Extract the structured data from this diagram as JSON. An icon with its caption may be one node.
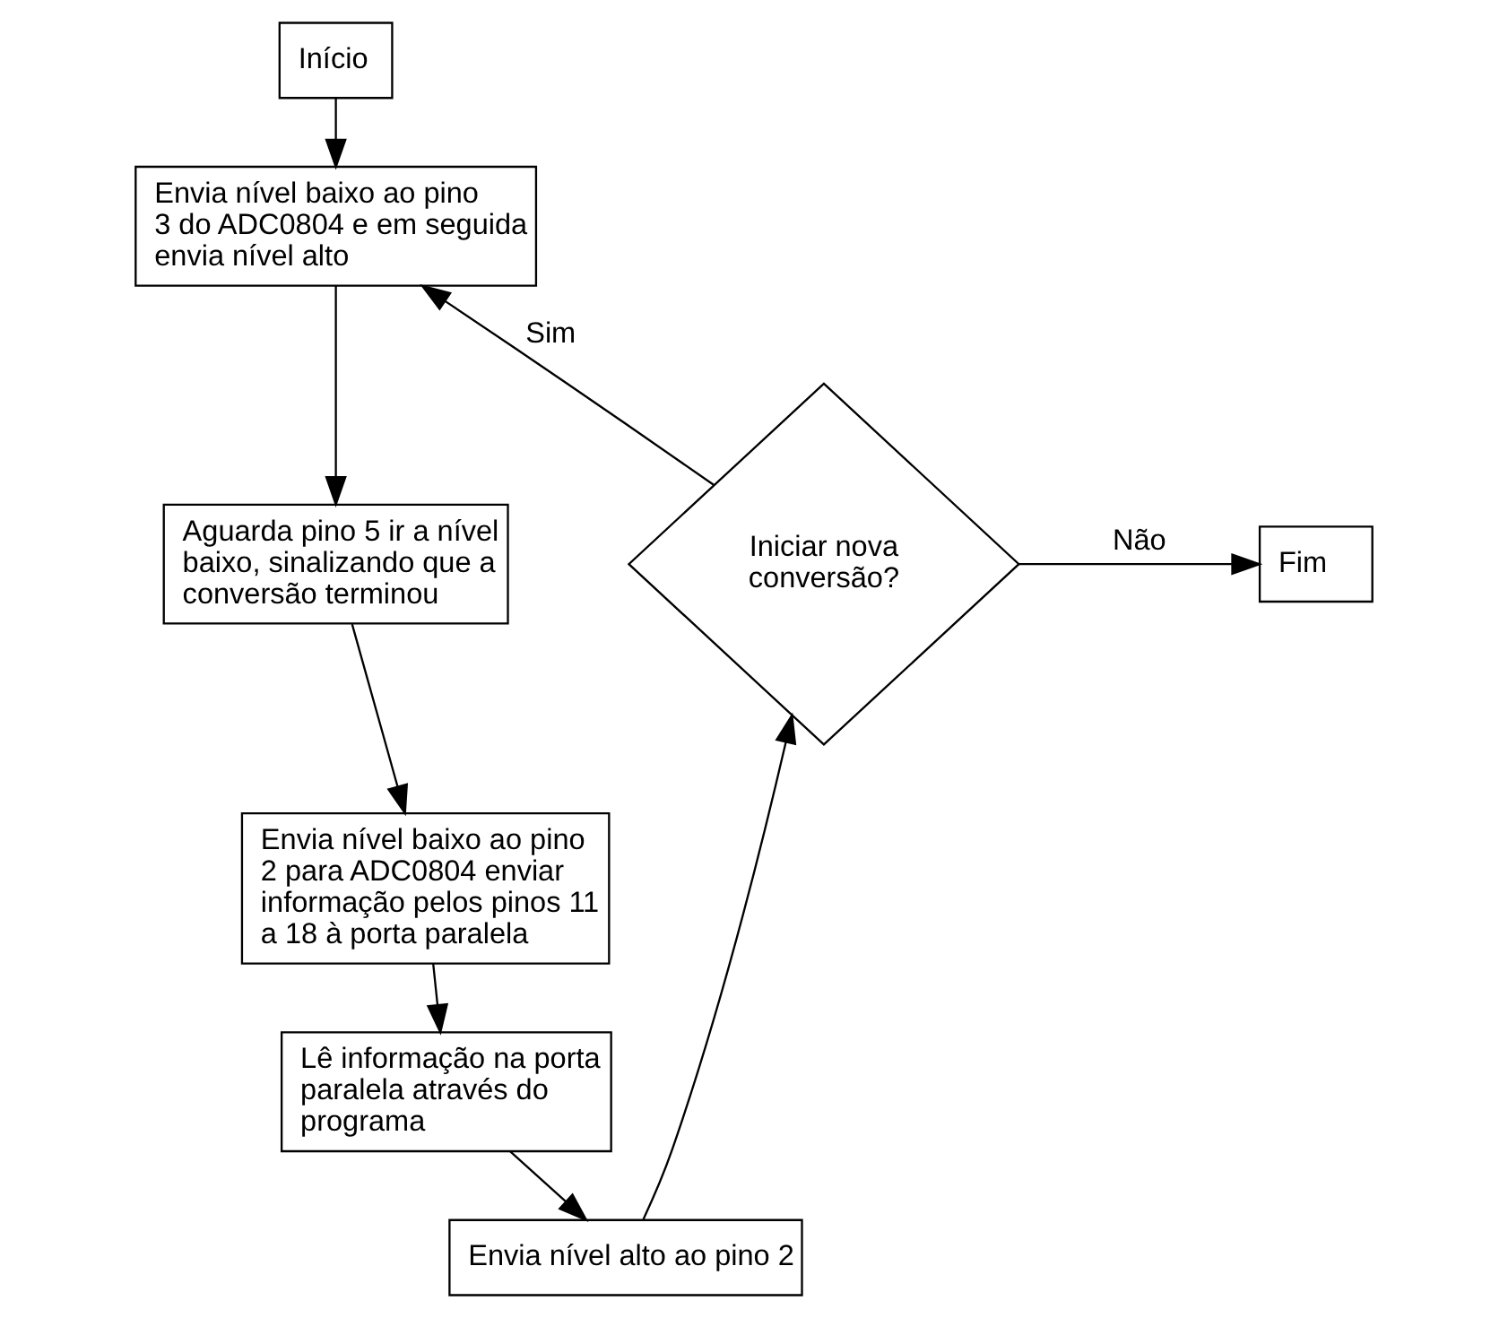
{
  "diagram": {
    "nodes": [
      {
        "text": [
          "Início"
        ]
      },
      {
        "text": [
          "Envia nível baixo ao pino 3 do ADC0804 e em seguida envia nível alto"
        ]
      },
      {
        "text": [
          "Aguarda pino 5 ir a nível baixo, sinalizando que a conversão terminou"
        ]
      },
      {
        "text": [
          "Envia nível baixo ao pino 2 para ADC0804 enviar informação pelos pinos 11 a 18 à porta paralela"
        ]
      },
      {
        "text": [
          "Lê informação na porta paralela através do programa"
        ]
      },
      {
        "text": [
          "Envia nível alto ao pino 2"
        ]
      },
      {
        "text": [
          "Iniciar nova conversão?"
        ]
      },
      {
        "text": [
          "Fim"
        ]
      }
    ],
    "edges": [
      {
        "from": 0,
        "to": 1,
        "arrow": "to"
      },
      {
        "from": 1,
        "to": 2,
        "arrow": "to"
      },
      {
        "from": 2,
        "to": 3,
        "arrow": "to"
      },
      {
        "from": 3,
        "to": 4,
        "arrow": "to"
      },
      {
        "from": 4,
        "to": 5,
        "arrow": "to"
      },
      {
        "from": 5,
        "to": 6,
        "arrow": "to"
      },
      {
        "from": 6,
        "to": 1,
        "arrow": "to",
        "label": "Sim"
      },
      {
        "from": 6,
        "to": 7,
        "arrow": "to",
        "label": "Não"
      }
    ]
  }
}
